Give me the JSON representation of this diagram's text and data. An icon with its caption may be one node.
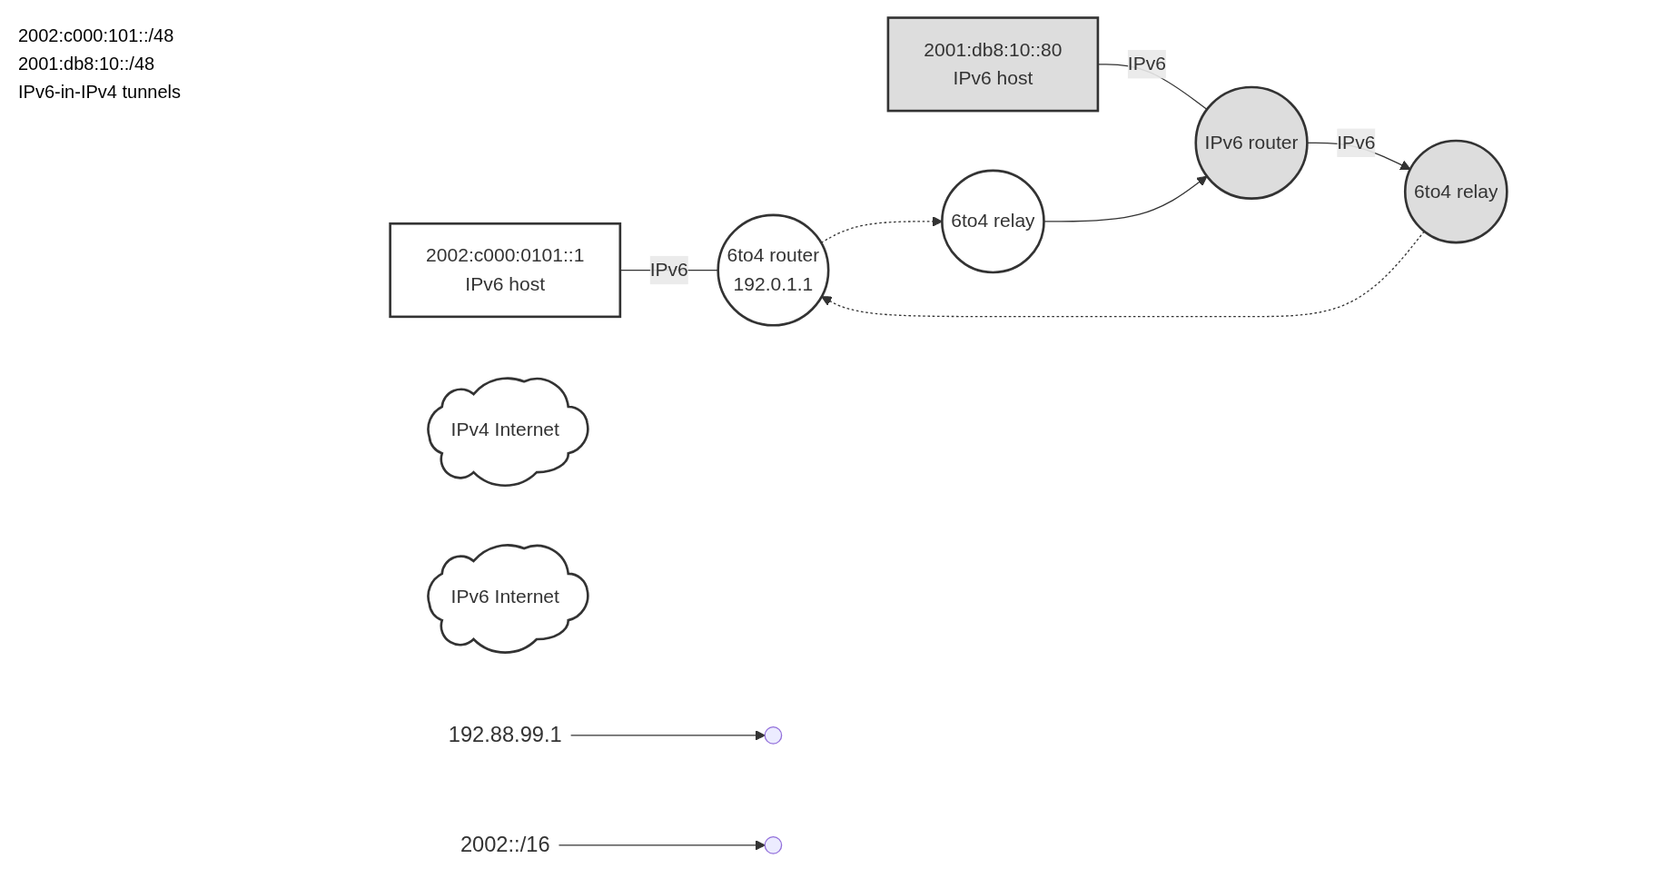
{
  "diagram": {
    "nodes": [
      {
        "text": [
          "2002:c000:0101::1",
          "IPv6 host"
        ]
      },
      {
        "text": [
          "2001:db8:10::80",
          "IPv6 host"
        ]
      },
      {
        "text": [
          "6to4 router",
          "192.0.1.1"
        ]
      },
      {
        "text": [
          "IPv4 Internet"
        ]
      },
      {
        "text": [
          "6to4 relay"
        ]
      },
      {
        "text": [
          "IPv6 router"
        ]
      },
      {
        "text": [
          "IPv6 Internet"
        ]
      },
      {
        "text": [
          "6to4 relay"
        ]
      },
      {
        "text": [
          "192.88.99.1"
        ]
      },
      {
        "text": [
          "2002::/16"
        ]
      }
    ],
    "edges": [
      {
        "from": 0,
        "to": 2,
        "arrow": "none",
        "label": "IPv6"
      },
      {
        "from": 1,
        "to": 5,
        "arrow": "none",
        "label": "IPv6"
      },
      {
        "from": 2,
        "to": 4,
        "arrow": "to",
        "style": "dashed"
      },
      {
        "from": 4,
        "to": 5,
        "arrow": "to"
      },
      {
        "from": 5,
        "to": 7,
        "arrow": "to",
        "label": "IPv6"
      },
      {
        "from": 7,
        "to": 2,
        "arrow": "to",
        "style": "dashed"
      },
      {
        "from": 8,
        "to": null,
        "arrow": "to"
      },
      {
        "from": 9,
        "to": null,
        "arrow": "to"
      }
    ],
    "labels": [
      "2002:c000:101::/48",
      "2001:db8:10::/48",
      "IPv6-in-IPv4 tunnels"
    ]
  }
}
